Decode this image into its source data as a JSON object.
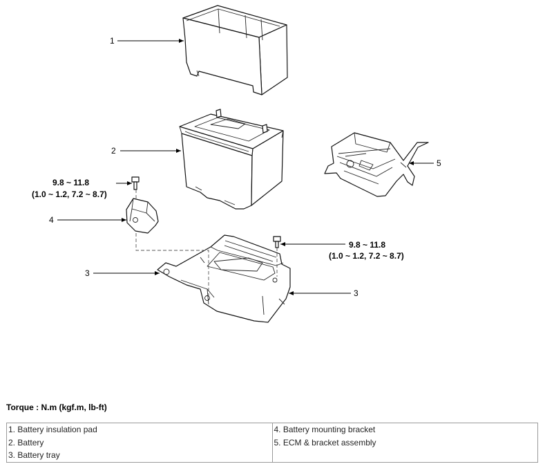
{
  "callouts": {
    "c1": "1",
    "c2": "2",
    "c3a": "3",
    "c3b": "3",
    "c4": "4",
    "c5": "5"
  },
  "torque_left": {
    "line1": "9.8 ~ 11.8",
    "line2": "(1.0 ~ 1.2, 7.2 ~ 8.7)"
  },
  "torque_right": {
    "line1": "9.8 ~ 11.8",
    "line2": "(1.0 ~ 1.2, 7.2 ~ 8.7)"
  },
  "torque_heading": "Torque : N.m (kgf.m, lb-ft)",
  "legend": {
    "left": [
      "1. Battery insulation pad",
      "2. Battery",
      "3. Battery tray"
    ],
    "right": [
      "4. Battery mounting bracket",
      "5. ECM & bracket assembly"
    ]
  }
}
